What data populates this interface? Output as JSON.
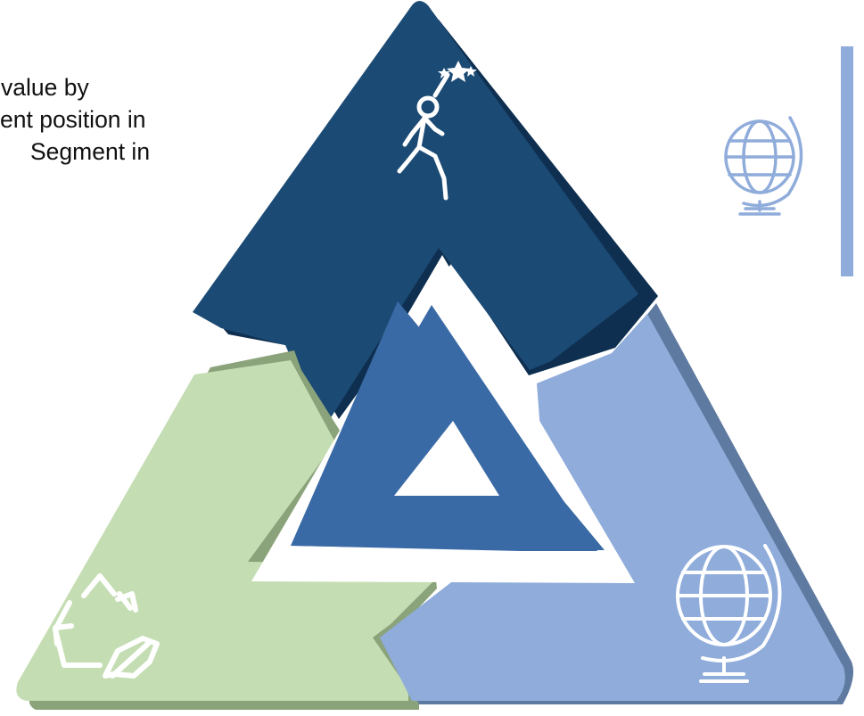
{
  "caption": {
    "lines": [
      "value by",
      "ent position in",
      "Segment in"
    ]
  },
  "segments": [
    {
      "name": "top",
      "color": "#1b4a74",
      "shade": "#0f2f50",
      "icon": "achievement-person-stars-icon"
    },
    {
      "name": "left",
      "color": "#c5ddb3",
      "shade": "#8ba37a",
      "icon": "recycle-leaf-icon"
    },
    {
      "name": "right",
      "color": "#8facdb",
      "shade": "#5f7aa0",
      "icon": "globe-icon"
    },
    {
      "name": "center",
      "color": "#3a6aa5",
      "icon": ""
    }
  ],
  "sidebar": {
    "icon": "globe-icon",
    "icon_color": "#8facdb",
    "bar_color": "#8facdb"
  }
}
